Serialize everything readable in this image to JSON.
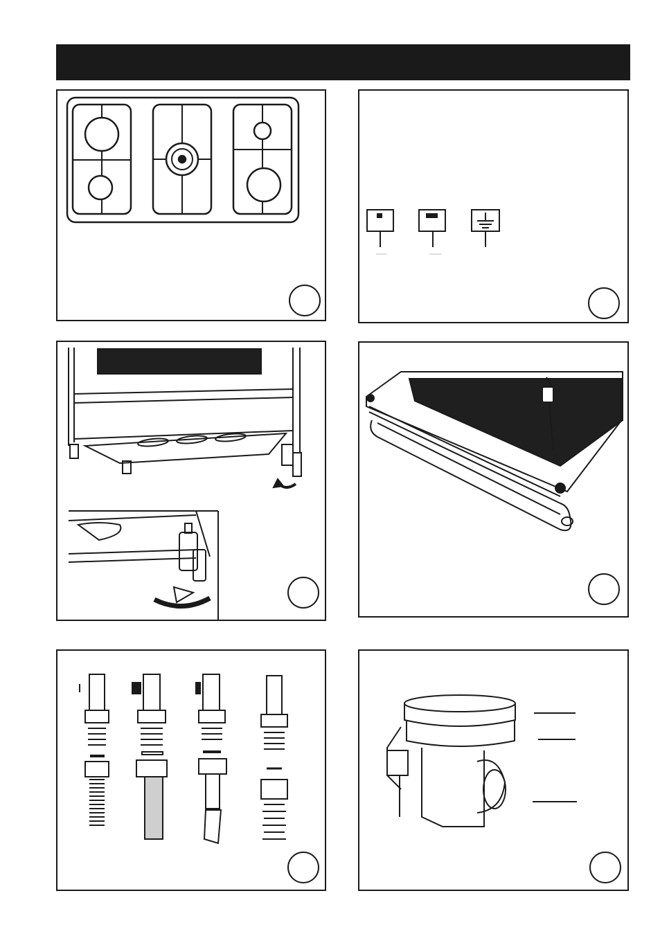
{
  "header": {
    "bar_color": "#1a1a1a"
  },
  "panels": [
    {
      "name": "hob-layout",
      "icons": [
        "burner-icon",
        "pan-support-icon"
      ]
    },
    {
      "name": "electrical-terminals",
      "icons": [
        "terminal-icon",
        "earth-ground-icon"
      ]
    },
    {
      "name": "adjustable-feet",
      "icons": [
        "rotation-arrow-icon",
        "foot-icon"
      ]
    },
    {
      "name": "oven-base-panel",
      "icons": [
        "screwdriver-icon",
        "screw-icon"
      ]
    },
    {
      "name": "gas-connectors",
      "icons": [
        "hose-icon",
        "nut-icon",
        "washer-icon"
      ]
    },
    {
      "name": "burner-assembly",
      "icons": [
        "burner-cap-icon",
        "leader-line-icon"
      ]
    }
  ],
  "colors": {
    "ink": "#1a1a1a",
    "background": "#ffffff",
    "screen_fill": "#1f1f1f",
    "hose_gray": "#cfcfcf"
  }
}
